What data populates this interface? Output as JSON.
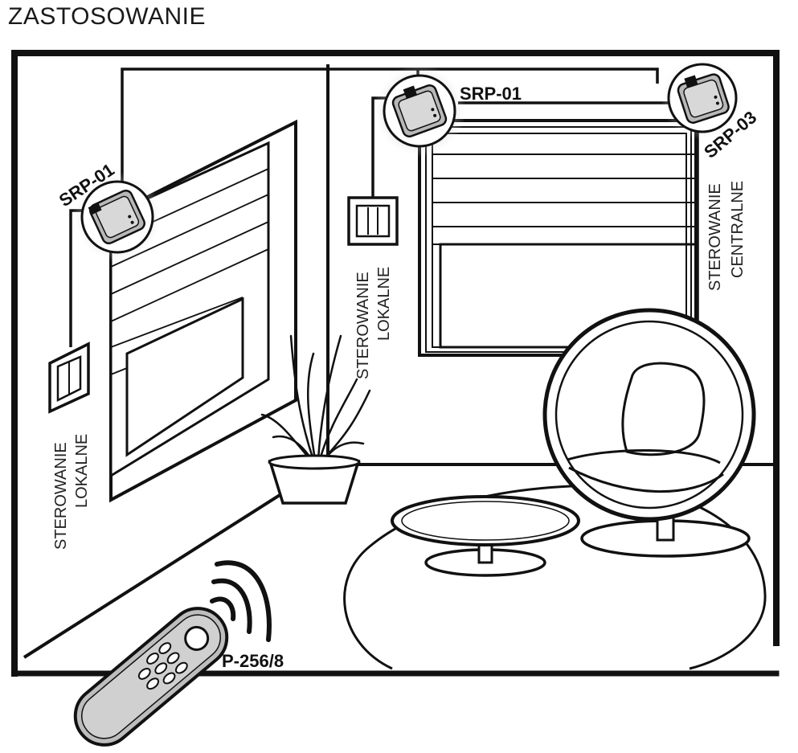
{
  "title": "ZASTOSOWANIE",
  "devices": {
    "srp_left": "SRP-01",
    "srp_right": "SRP-01",
    "srp_central": "SRP-03",
    "remote": "P-256/8"
  },
  "captions": {
    "local_left": [
      "STEROWANIE",
      "LOKALNE"
    ],
    "local_mid": [
      "STEROWANIE",
      "LOKALNE"
    ],
    "central": [
      "STEROWANIE",
      "CENTRALNE"
    ]
  },
  "colors": {
    "ink": "#111111",
    "remote_body": "#bdbdbd",
    "device_body": "#b8b8b8"
  }
}
